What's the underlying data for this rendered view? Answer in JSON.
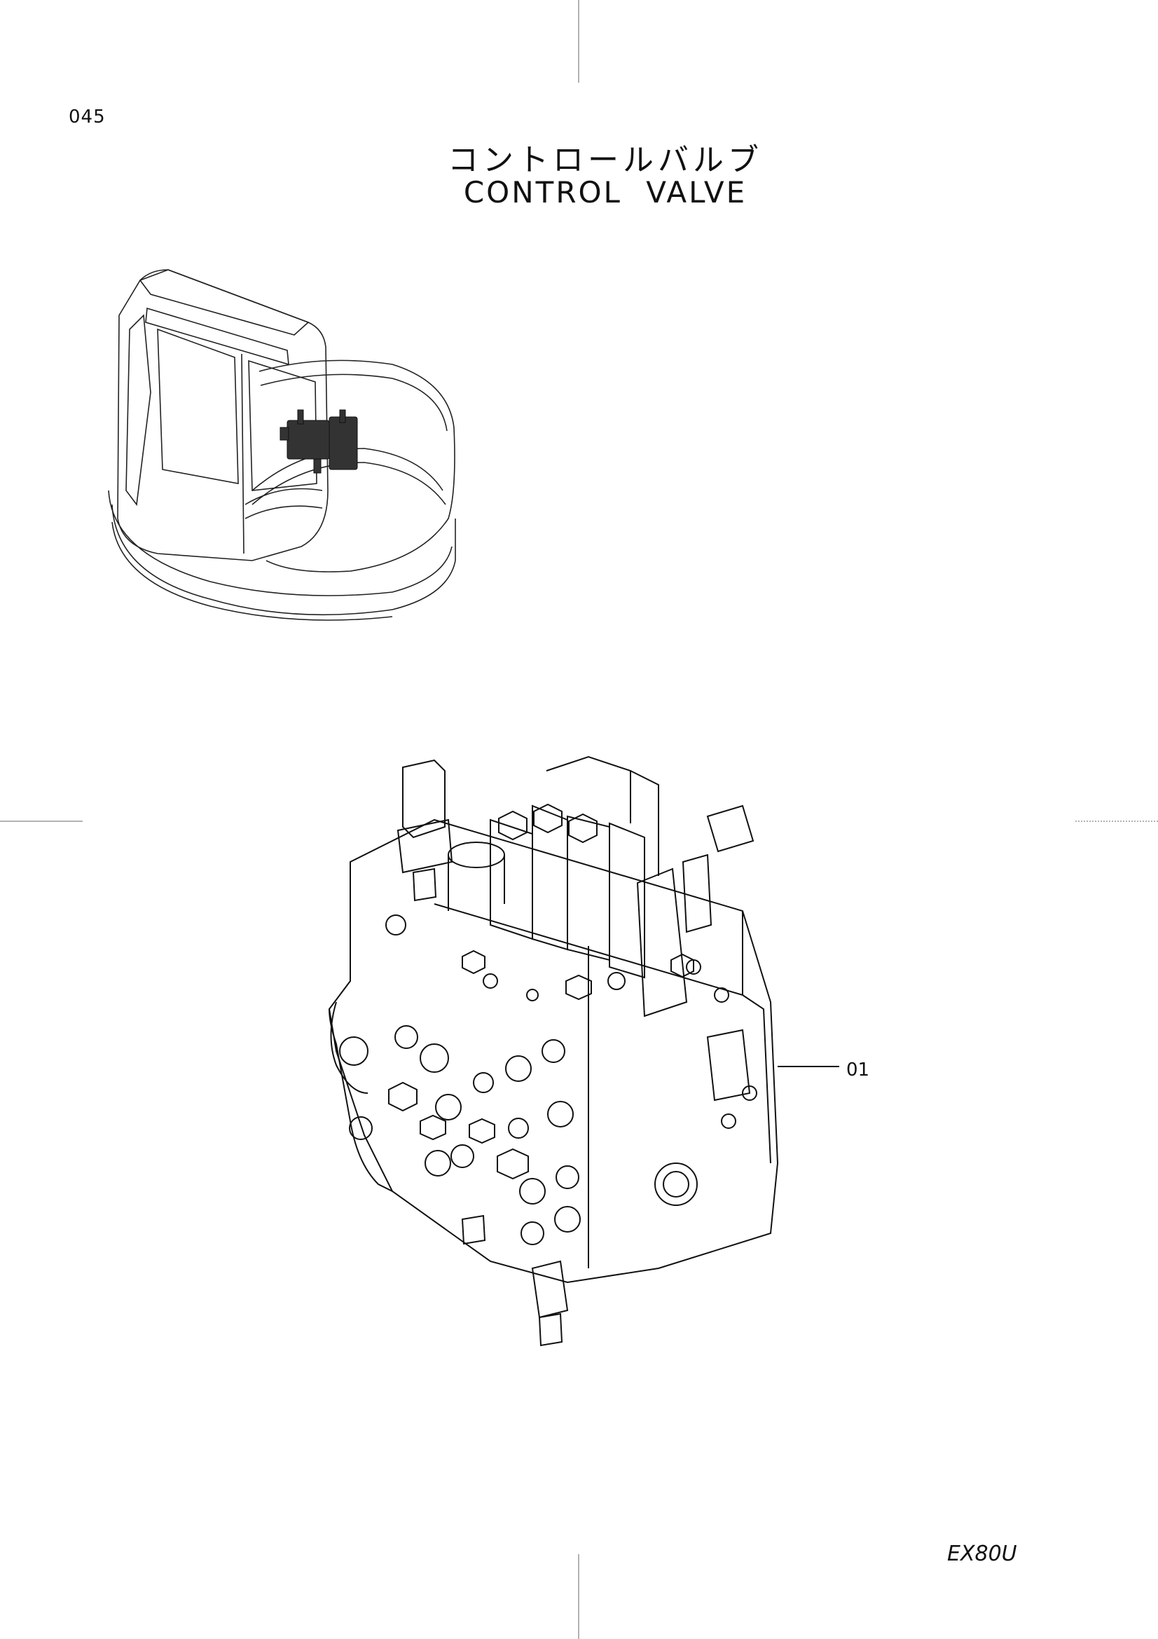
{
  "header": {
    "page_code": "045",
    "title_ja": "コントロールバルブ",
    "title_en": "CONTROL  VALVE"
  },
  "callouts": [
    {
      "label": "01"
    }
  ],
  "footer": {
    "model": "EX80U"
  },
  "illustrations": {
    "locator": "excavator-upper-structure",
    "part": "control-valve-assembly"
  }
}
